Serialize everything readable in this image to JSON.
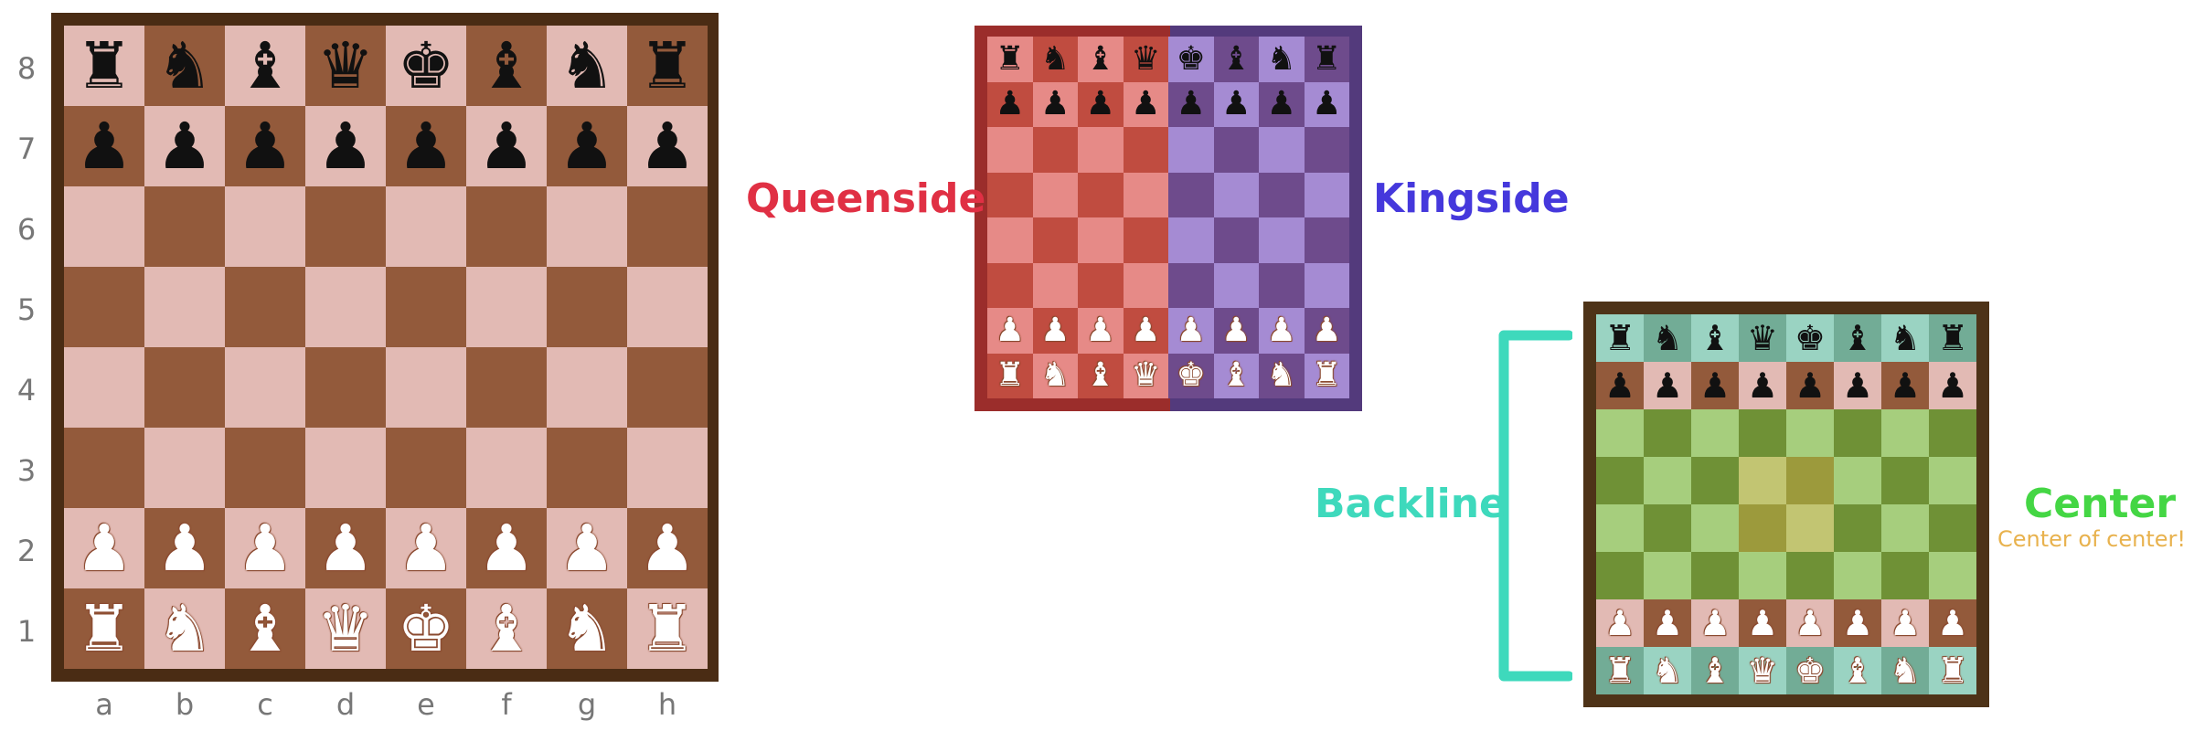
{
  "ranks": [
    "8",
    "7",
    "6",
    "5",
    "4",
    "3",
    "2",
    "1"
  ],
  "files": [
    "a",
    "b",
    "c",
    "d",
    "e",
    "f",
    "g",
    "h"
  ],
  "setup": [
    [
      "r",
      "n",
      "b",
      "q",
      "k",
      "b",
      "n",
      "r"
    ],
    [
      "p",
      "p",
      "p",
      "p",
      "p",
      "p",
      "p",
      "p"
    ],
    [
      "",
      "",
      "",
      "",
      "",
      "",
      "",
      ""
    ],
    [
      "",
      "",
      "",
      "",
      "",
      "",
      "",
      ""
    ],
    [
      "",
      "",
      "",
      "",
      "",
      "",
      "",
      ""
    ],
    [
      "",
      "",
      "",
      "",
      "",
      "",
      "",
      ""
    ],
    [
      "P",
      "P",
      "P",
      "P",
      "P",
      "P",
      "P",
      "P"
    ],
    [
      "R",
      "N",
      "B",
      "Q",
      "K",
      "B",
      "N",
      "R"
    ]
  ],
  "glyphs": {
    "k": "♚",
    "q": "♛",
    "r": "♜",
    "b": "♝",
    "n": "♞",
    "p": "♟",
    "K": "♚",
    "Q": "♛",
    "R": "♜",
    "B": "♝",
    "N": "♞",
    "P": "♟"
  },
  "icons": {
    "K": "white-king-icon",
    "Q": "white-queen-icon",
    "R": "white-rook-icon",
    "B": "white-bishop-icon",
    "N": "white-knight-icon",
    "P": "white-pawn-icon",
    "k": "black-king-icon",
    "q": "black-queen-icon",
    "r": "black-rook-icon",
    "b": "black-bishop-icon",
    "n": "black-knight-icon",
    "p": "black-pawn-icon"
  },
  "colors": {
    "main": {
      "light": "#e2bab4",
      "dark": "#935a3b",
      "border": "#4a2c14"
    },
    "queenside": {
      "light": "#e68a87",
      "dark": "#c04c40",
      "border": "#9b2d2b"
    },
    "kingside": {
      "light": "#a58bd3",
      "dark": "#6e4b8c",
      "border": "#533a7c"
    },
    "center_board": {
      "light": "#a6ce7d",
      "dark": "#6f9136",
      "border": "#4e3318"
    },
    "center_highlight": {
      "light": "#c2c572",
      "dark": "#9c9a3c"
    },
    "backline": {
      "light": "#9ad3c2",
      "dark": "#72ac96"
    },
    "backline_pawn_row": {
      "light": "#e2bab4",
      "dark": "#935a3b"
    },
    "queenside_label": "#e03044",
    "kingside_label": "#4538dc",
    "backline_label": "#3ed9bc",
    "center_label": "#44d644",
    "center_sub_label": "#e8b24e"
  },
  "labels": {
    "queenside": "Queenside",
    "kingside": "Kingside",
    "backline": "Backline",
    "center": "Center",
    "center_sub": "Center of center!"
  }
}
